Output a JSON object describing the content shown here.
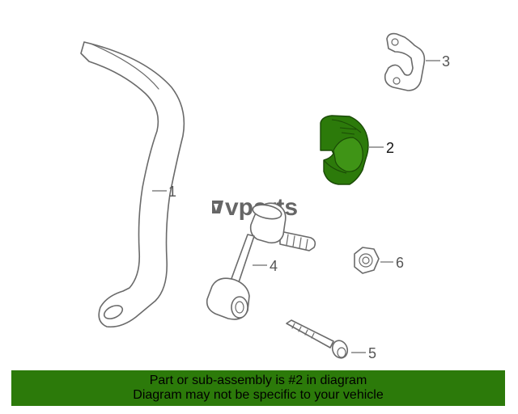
{
  "diagram": {
    "watermark": "vparts",
    "callouts": [
      {
        "id": "1",
        "label": "1"
      },
      {
        "id": "2",
        "label": "2",
        "highlighted": true
      },
      {
        "id": "3",
        "label": "3"
      },
      {
        "id": "4",
        "label": "4"
      },
      {
        "id": "5",
        "label": "5"
      },
      {
        "id": "6",
        "label": "6"
      }
    ],
    "highlight_color": "#2c7a0a",
    "line_color": "#6a6a6a"
  },
  "banner": {
    "line1": "Part or sub-assembly is #2 in diagram",
    "line2": "Diagram may not be specific to your vehicle",
    "background": "#2c7a0a"
  }
}
